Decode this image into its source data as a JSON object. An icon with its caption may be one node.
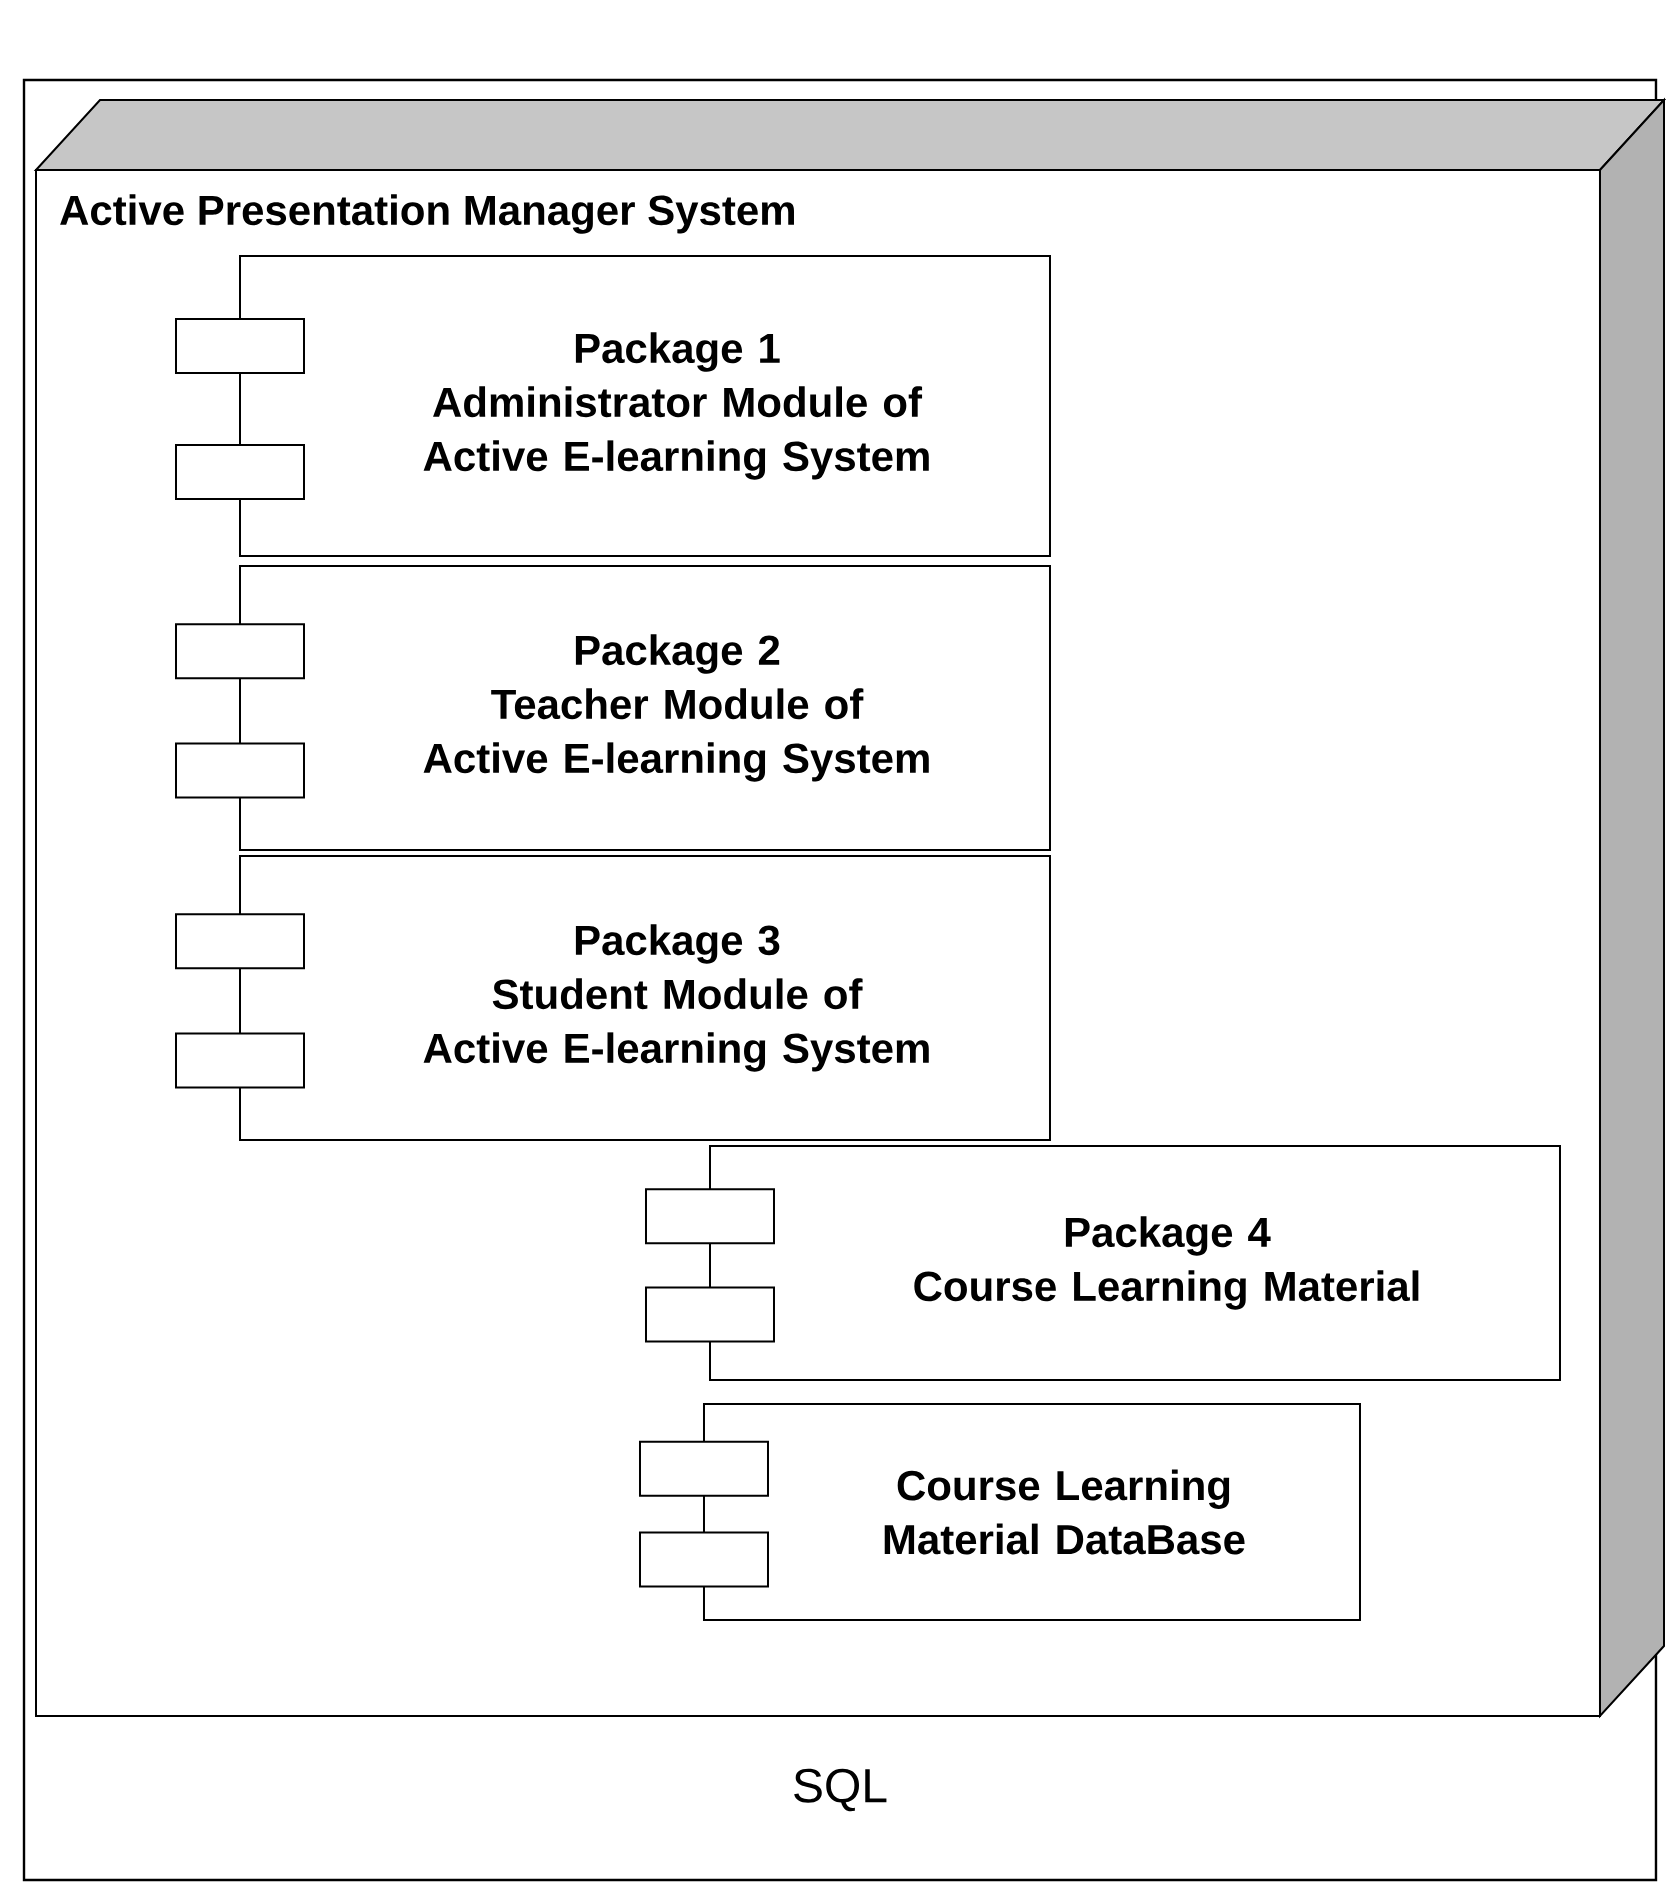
{
  "diagram": {
    "nodes": [
      {
        "text": [
          "SQL"
        ]
      },
      {
        "text": [
          "Active Presentation Manager System"
        ],
        "in": 0
      },
      {
        "text": [
          "Package 1",
          "Administrator Module of Active E-learning System"
        ],
        "in": 1
      },
      {
        "text": [
          "Package 2",
          "Teacher Module of Active E-learning System"
        ],
        "in": 1
      },
      {
        "text": [
          "Package 3",
          "Student Module of Active E-learning System"
        ],
        "in": 1
      },
      {
        "text": [
          "Package 4",
          "Course Learning Material"
        ],
        "in": 1
      },
      {
        "text": [
          "Course Learning Material DataBase"
        ],
        "in": 1
      }
    ]
  }
}
